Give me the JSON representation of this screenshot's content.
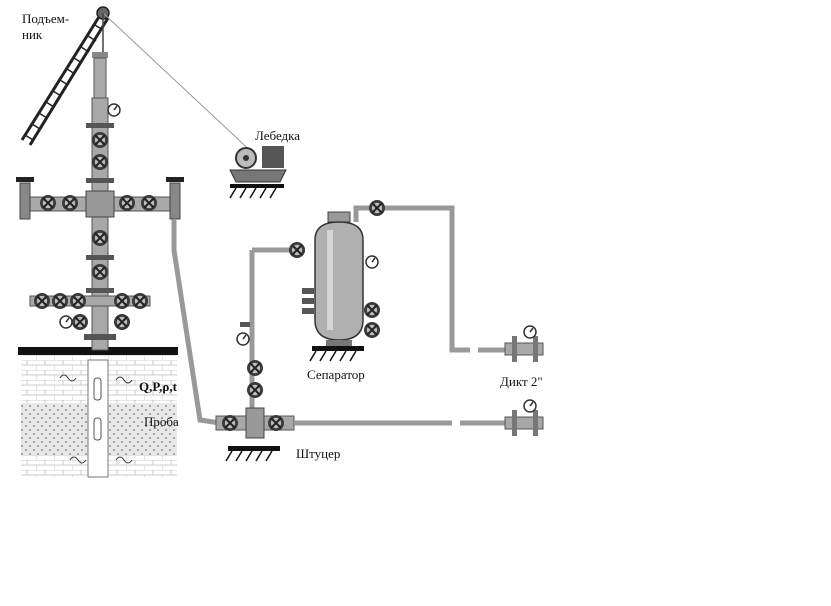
{
  "labels": {
    "hoist_line1": "Подъем-",
    "hoist_line2": "ник",
    "winch": "Лебедка",
    "separator": "Сепаратор",
    "choke": "Штуцер",
    "dikt": "Дикт 2\"",
    "params": "Q,P,ρ,t",
    "sample": "Проба"
  }
}
